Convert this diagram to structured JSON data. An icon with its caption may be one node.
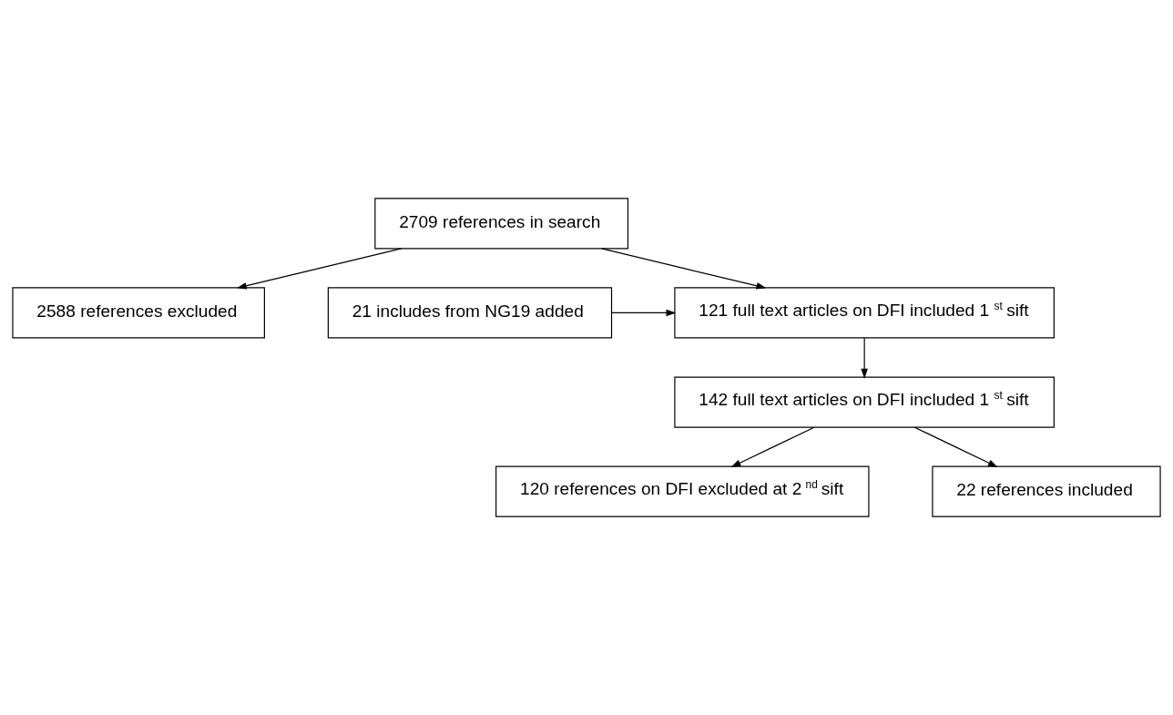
{
  "diagram": {
    "nodes": [
      {
        "text": [
          "2709 references in search"
        ]
      },
      {
        "text": [
          "2588 references excluded"
        ]
      },
      {
        "text": [
          "21 includes from NG19 added"
        ]
      },
      {
        "text": [
          "121 full text articles on DFI included 1$^{st}$ sift"
        ]
      },
      {
        "text": [
          "142 full text articles on DFI included 1$^{st}$ sift"
        ]
      },
      {
        "text": [
          "120 references on DFI excluded at 2$^{nd}$ sift"
        ]
      },
      {
        "text": [
          "22 references included"
        ]
      }
    ],
    "edges": [
      {
        "from": 0,
        "to": 3,
        "arrow": "to"
      },
      {
        "from": 0,
        "to": 1,
        "arrow": "to"
      },
      {
        "from": 2,
        "to": 3,
        "arrow": "to"
      },
      {
        "from": 3,
        "to": 4,
        "arrow": "to"
      },
      {
        "from": 4,
        "to": 5,
        "arrow": "to"
      },
      {
        "from": 4,
        "to": 6,
        "arrow": "to"
      }
    ]
  }
}
